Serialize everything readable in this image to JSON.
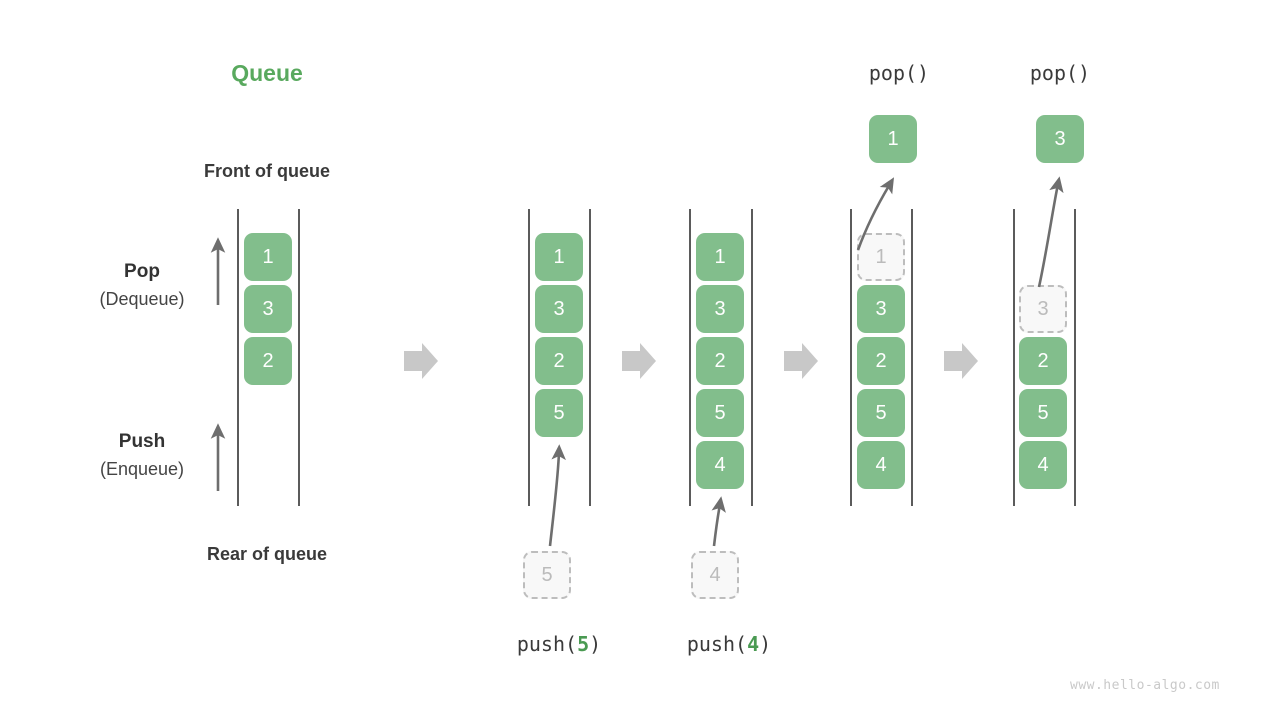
{
  "meta": {
    "title": "Queue",
    "watermark": "www.hello-algo.com",
    "colors": {
      "accent_green": "#59a95e",
      "cell_green": "#82be8c",
      "ghost_gray": "#bdbdbd",
      "rail_gray": "#5b5b5b",
      "block_arrow_gray": "#c8c8c8",
      "text_dark": "#3a3a3a",
      "watermark_gray": "#c9c9c9"
    }
  },
  "labels": {
    "front_of_queue": "Front of queue",
    "rear_of_queue": "Rear of queue",
    "pop": {
      "strong": "Pop",
      "sub": "(Dequeue)"
    },
    "push": {
      "strong": "Push",
      "sub": "(Enqueue)"
    }
  },
  "stages": [
    {
      "id": "initial",
      "op_prefix": "",
      "op_arg": "",
      "op_suffix": "",
      "cells": [
        "1",
        "3",
        "2"
      ],
      "ghost_value": "",
      "popped_value": "",
      "top_label": ""
    },
    {
      "id": "push-5",
      "op_prefix": "push(",
      "op_arg": "5",
      "op_suffix": ")",
      "cells": [
        "1",
        "3",
        "2",
        "5"
      ],
      "ghost_value": "5",
      "popped_value": "",
      "top_label": ""
    },
    {
      "id": "push-4",
      "op_prefix": "push(",
      "op_arg": "4",
      "op_suffix": ")",
      "cells": [
        "1",
        "3",
        "2",
        "5",
        "4"
      ],
      "ghost_value": "4",
      "popped_value": "",
      "top_label": ""
    },
    {
      "id": "pop-1",
      "op_prefix": "",
      "op_arg": "",
      "op_suffix": "",
      "cells": [
        "3",
        "2",
        "5",
        "4"
      ],
      "ghost_value": "1",
      "popped_value": "1",
      "top_label": "pop()"
    },
    {
      "id": "pop-3",
      "op_prefix": "",
      "op_arg": "",
      "op_suffix": "",
      "cells": [
        "2",
        "5",
        "4"
      ],
      "ghost_value": "3",
      "popped_value": "3",
      "top_label": "pop()"
    }
  ]
}
